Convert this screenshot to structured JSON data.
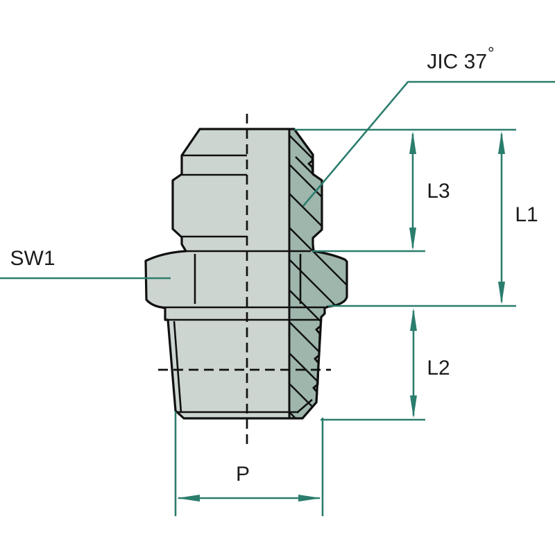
{
  "labels": {
    "jic": "JIC 37",
    "jic_degree": "°",
    "sw1": "SW1",
    "l1": "L1",
    "l2": "L2",
    "l3": "L3",
    "p": "P"
  },
  "colors": {
    "dimension_teal": "#2b7d6d",
    "body_light": "#cdd5d0",
    "body_dark": "#9eb6ac",
    "outline_ink": "#101010",
    "label_ink": "#1b1b1b",
    "page_bg": "#ffffff"
  }
}
